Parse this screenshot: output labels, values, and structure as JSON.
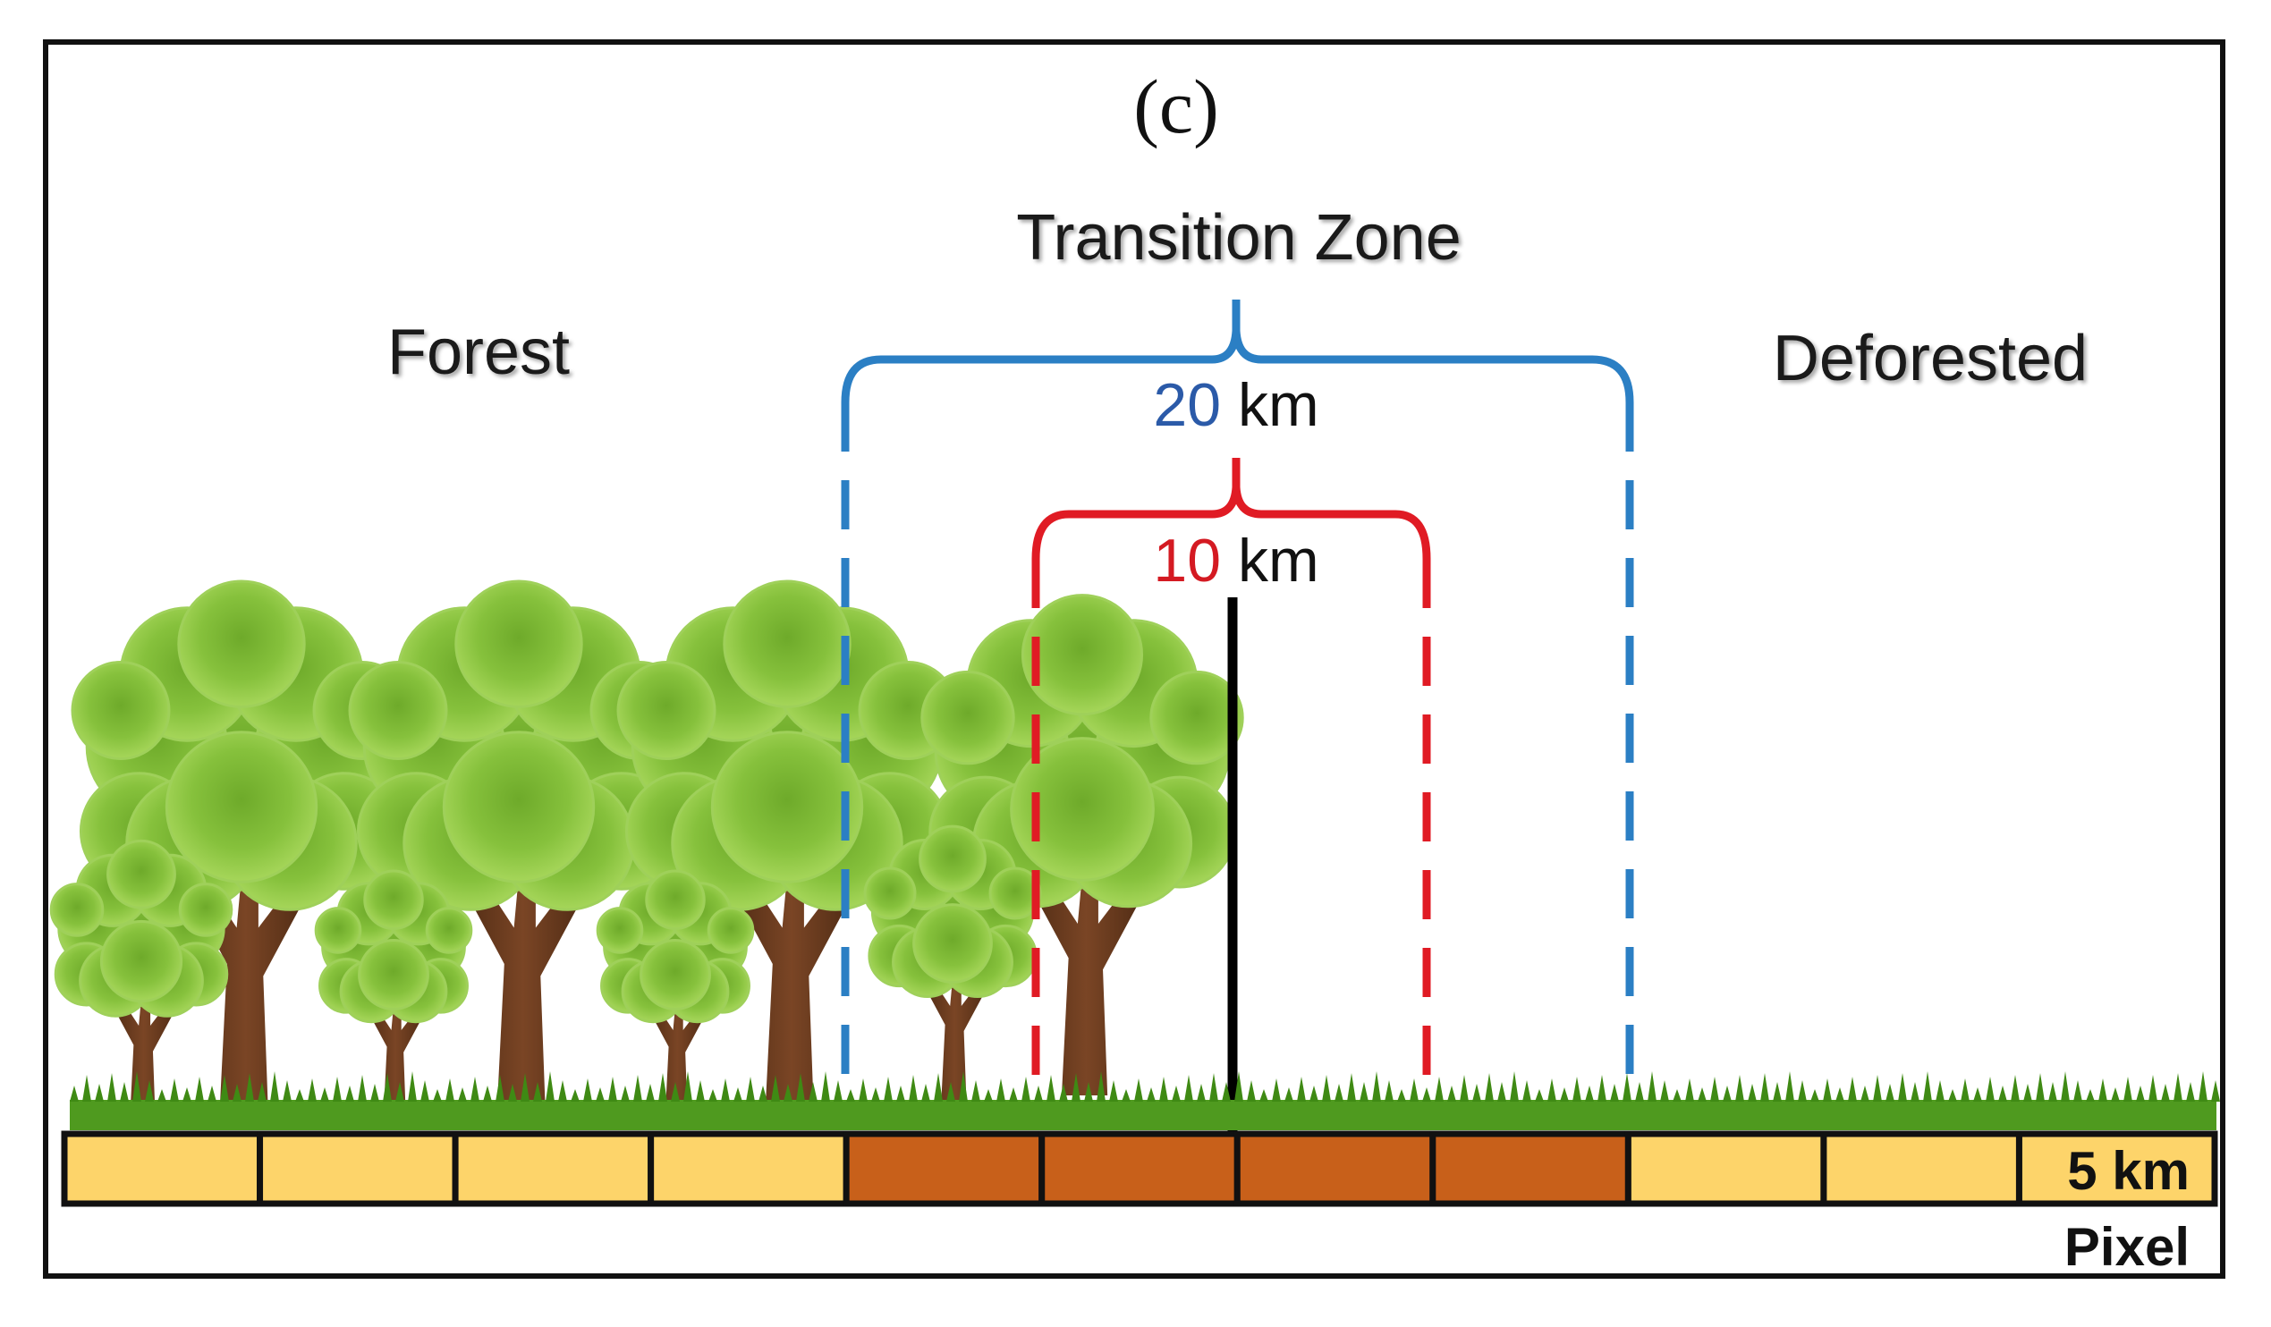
{
  "panel_label": "(c)",
  "labels": {
    "forest": "Forest",
    "transition_zone": "Transition Zone",
    "deforested": "Deforested"
  },
  "brackets": {
    "outer": {
      "number": "20",
      "unit": " km",
      "color": "#2b7fc4"
    },
    "inner": {
      "number": "10",
      "unit": " km",
      "color": "#e01b24"
    }
  },
  "pixel_strip": {
    "scale_label": "5 km",
    "caption": "Pixel",
    "cells": [
      "forest",
      "forest",
      "forest",
      "forest",
      "transition",
      "transition",
      "transition",
      "transition",
      "deforested",
      "deforested",
      "deforested"
    ],
    "colors": {
      "forest": "#fdd46a",
      "transition": "#c8601a",
      "deforested": "#fdd46a"
    }
  },
  "colors": {
    "foliage": "#8cc63f",
    "trunk": "#6b3a1e",
    "grass": "#4f9a1f",
    "border": "#111111"
  }
}
